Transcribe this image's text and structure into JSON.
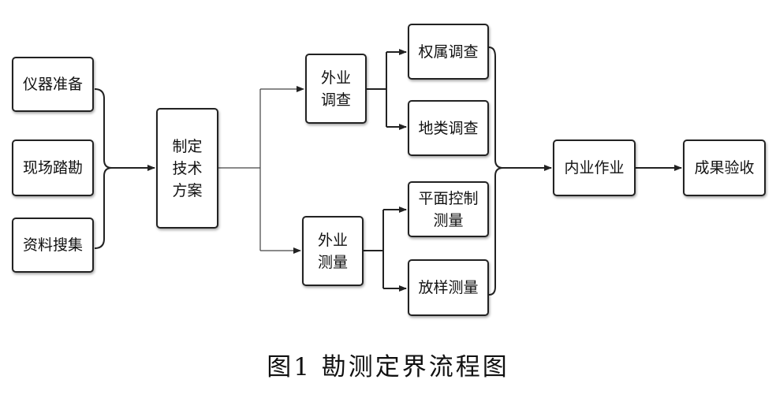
{
  "nodes": {
    "instrument_prep": "仪器准备",
    "site_survey": "现场踏勘",
    "data_collection": "资料搜集",
    "make_plan": "制定\n技术\n方案",
    "field_investigation": "外业\n调查",
    "field_survey": "外业\n测量",
    "ownership_investigation": "权属调查",
    "land_type_investigation": "地类调查",
    "plane_control_survey": "平面控制\n测量",
    "setting_out_survey": "放样测量",
    "office_work": "内业作业",
    "result_acceptance": "成果验收"
  },
  "caption": "图1   勘测定界流程图"
}
